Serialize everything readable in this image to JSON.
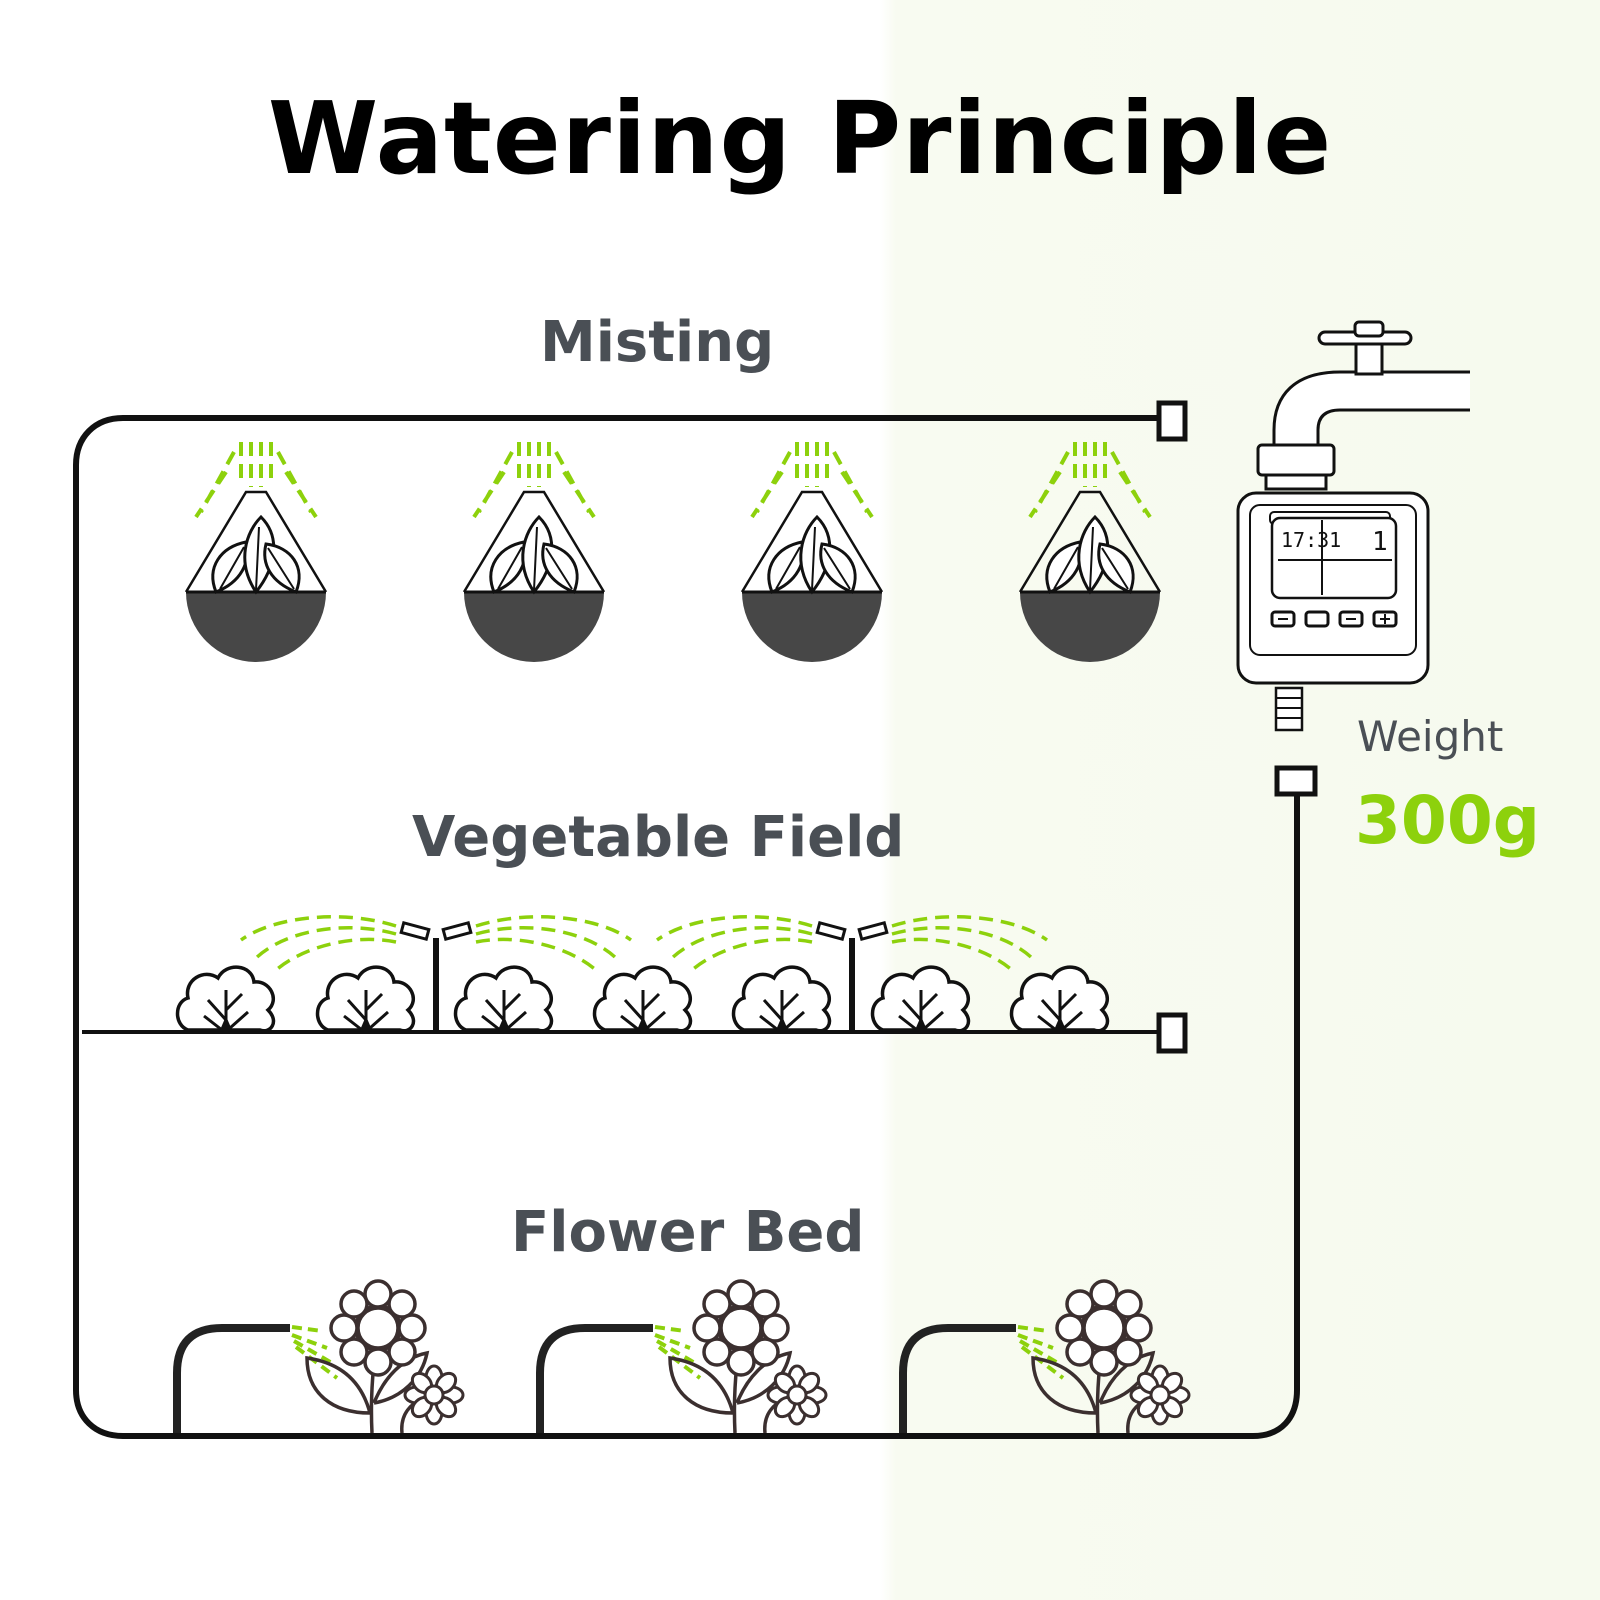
{
  "title": "Watering Principle",
  "sections": {
    "misting": "Misting",
    "vegetable_field": "Vegetable Field",
    "flower_bed": "Flower Bed"
  },
  "device": {
    "weight_label": "Weight",
    "weight_value": "300g",
    "display_time": "17:31",
    "display_count": "1"
  },
  "icons": [
    "hanging-plant-icon",
    "lettuce-icon",
    "sprinkler-icon",
    "flower-icon",
    "faucet-icon",
    "water-timer-icon"
  ],
  "colors": {
    "accent_green": "#8dd10c",
    "pipe": "#111111",
    "label_gray": "#4a4f55",
    "pot_gray": "#474747"
  }
}
